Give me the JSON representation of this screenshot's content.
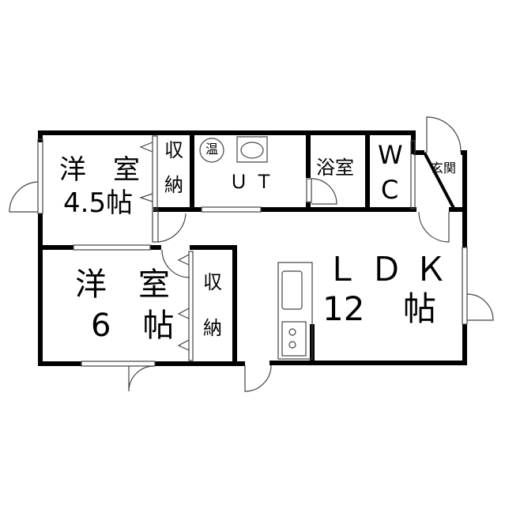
{
  "rooms": {
    "western_room_small": {
      "name": "洋　室",
      "size": "4.5帖"
    },
    "western_room_large": {
      "name": "洋　室",
      "size": "6　帖"
    },
    "storage_1": {
      "line1": "収",
      "line2": "納"
    },
    "storage_2": {
      "line1": "収",
      "line2": "納"
    },
    "water_heater": "温",
    "utility": "ＵＴ",
    "bathroom": "浴室",
    "toilet": {
      "line1": "W",
      "line2": "C"
    },
    "entrance": "玄関",
    "ldk": {
      "name": "ＬＤＫ",
      "size_num": "12",
      "size_unit": "帖"
    }
  },
  "colors": {
    "wall": "#000000",
    "line": "#555555",
    "background": "#ffffff"
  }
}
